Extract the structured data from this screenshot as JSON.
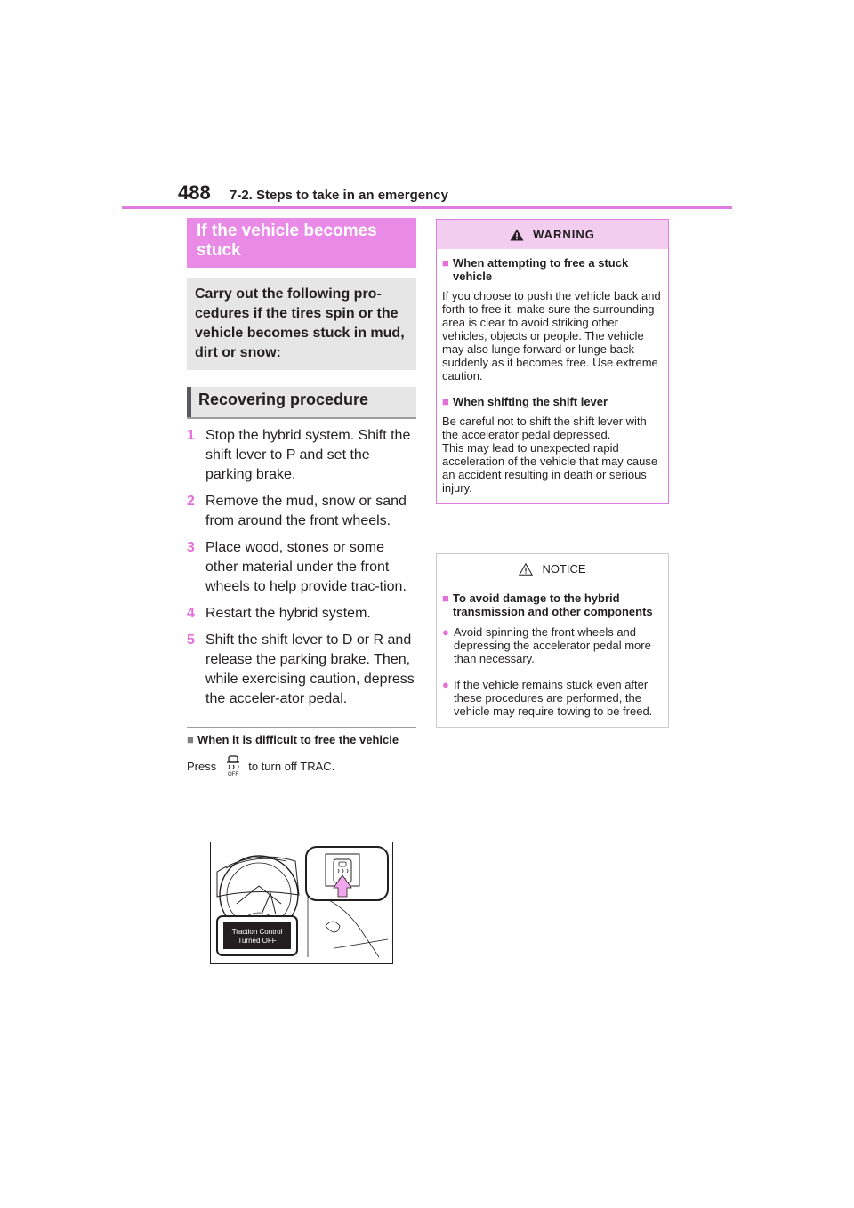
{
  "header": {
    "page_number": "488",
    "section": "7-2. Steps to take in an emergency"
  },
  "left": {
    "title": "If the vehicle becomes stuck",
    "intro": "Carry out the following pro-cedures if the tires spin or the vehicle becomes stuck in mud, dirt or snow:",
    "procedure_heading": "Recovering procedure",
    "steps": [
      {
        "num": "1",
        "text": "Stop the hybrid system. Shift the shift lever to P and set the parking brake."
      },
      {
        "num": "2",
        "text": "Remove the mud, snow or sand from around the front wheels."
      },
      {
        "num": "3",
        "text": "Place wood, stones or some other material under the front wheels to help provide trac-tion."
      },
      {
        "num": "4",
        "text": "Restart the hybrid system."
      },
      {
        "num": "5",
        "text": "Shift the shift lever to D or R and release the parking brake. Then, while exercising caution, depress the acceler-ator pedal."
      }
    ],
    "subheading": "When it is difficult to free the vehicle",
    "press_before": "Press",
    "press_after": "to turn off TRAC.",
    "button_icon": "trac-off-icon",
    "illustration_text": [
      "Traction Control",
      "Turned OFF"
    ]
  },
  "warning": {
    "title": "WARNING",
    "icon": "warning-triangle-icon",
    "sections": [
      {
        "heading": "When attempting to free a stuck vehicle",
        "text": "If you choose to push the vehicle back and forth to free it, make sure the surrounding area is clear to avoid striking other vehicles, objects or people. The vehicle may also lunge forward or lunge back suddenly as it becomes free. Use extreme caution."
      },
      {
        "heading": "When shifting the shift lever",
        "text": "Be careful not to shift the shift lever with the accelerator pedal depressed.\nThis may lead to unexpected rapid acceleration of the vehicle that may cause an accident resulting in death or serious injury."
      }
    ]
  },
  "notice": {
    "title": "NOTICE",
    "icon": "notice-triangle-icon",
    "heading": "To avoid damage to the hybrid transmission and other components",
    "bullets": [
      "Avoid spinning the front wheels and depressing the accelerator pedal more than necessary.",
      "If the vehicle remains stuck even after these procedures are performed, the vehicle may require towing to be freed."
    ]
  },
  "colors": {
    "accent": "#e98be6",
    "rule": "#e27be0",
    "warning_head": "#f3cdf0",
    "panel_gray": "#e6e6e6"
  }
}
